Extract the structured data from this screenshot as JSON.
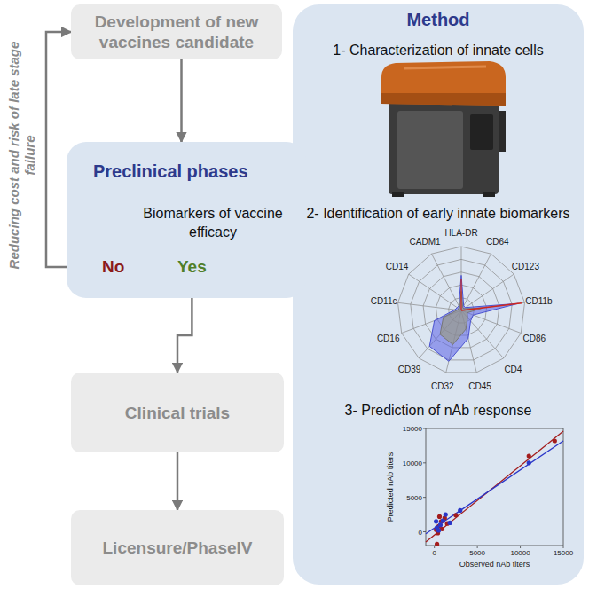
{
  "diagram": {
    "nodes": [
      {
        "text": [
          "Development of new vaccines candidate"
        ]
      },
      {
        "text": [
          "Method",
          "1- Characterization of innate cells",
          "2- Identification of early innate biomarkers",
          "3- Prediction of nAb response"
        ]
      },
      {
        "text": [
          "Preclinical phases",
          "Biomarkers of vaccine efficacy"
        ]
      },
      {
        "text": [
          "Clinical trials"
        ]
      },
      {
        "text": [
          "Licensure/PhaseIV"
        ]
      }
    ],
    "edges": [
      {
        "from": 0,
        "to": 2,
        "arrow": "to"
      },
      {
        "from": 2,
        "to": 0,
        "label": "No",
        "arrow": "to"
      },
      {
        "from": 2,
        "to": 3,
        "label": "Yes",
        "arrow": "to"
      },
      {
        "from": 3,
        "to": 4,
        "arrow": "to"
      }
    ],
    "labels": [
      "Reducing cost and risk of late stage failure",
      "HLA-DR",
      "CD64",
      "CD123",
      "CD11b",
      "CD86",
      "CD4",
      "CD45",
      "CD32",
      "CD39",
      "CD16",
      "CD11c",
      "CD14",
      "CADM1",
      "Predicted nAb titers",
      "Observed nAb titers",
      "15000",
      "10000",
      "5000",
      "0",
      "0",
      "5000",
      "10000",
      "15000"
    ]
  }
}
